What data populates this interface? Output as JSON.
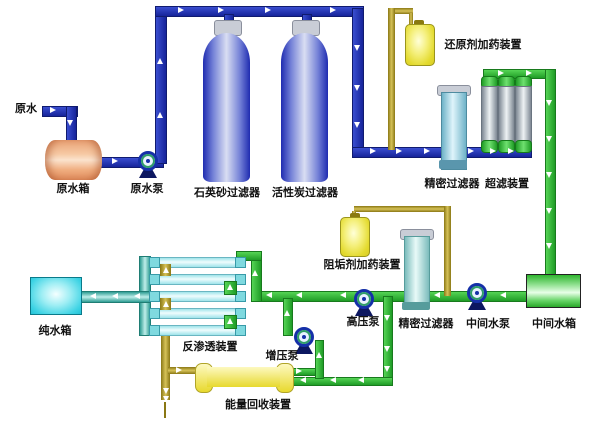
{
  "diagram": {
    "type": "process-flow",
    "subject": "reverse-osmosis water treatment system"
  },
  "labels": {
    "raw_water": "原水",
    "raw_water_tank": "原水箱",
    "raw_water_pump": "原水泵",
    "quartz_sand_filter": "石英砂过滤器",
    "activated_carbon_filter": "活性炭过滤器",
    "reducing_agent_dosing": "还原剂加药装置",
    "precision_filter_1": "精密过滤器",
    "ultrafiltration": "超滤装置",
    "antiscalant_dosing": "阻垢剂加药装置",
    "high_pressure_pump": "高压泵",
    "precision_filter_2": "精密过滤器",
    "intermediate_pump": "中间水泵",
    "intermediate_tank": "中间水箱",
    "pure_water_tank": "纯水箱",
    "reverse_osmosis": "反渗透装置",
    "booster_pump": "增压泵",
    "energy_recovery": "能量回收装置"
  },
  "colors": {
    "pipe_blue": "#1d2cab",
    "pipe_green": "#2eb832",
    "pipe_teal": "#49c0b6",
    "pipe_olive": "#a8921e",
    "tank_orange": "#f0ad7f",
    "dosing_yellow": "#f4ef7a",
    "pure_water_cyan": "#3ed3e4",
    "intermediate_green": "#66d466",
    "filter_blue": "#2a35c0",
    "erd_yellow": "#e8d92e",
    "label_color": "#111111",
    "background": "#ffffff"
  }
}
